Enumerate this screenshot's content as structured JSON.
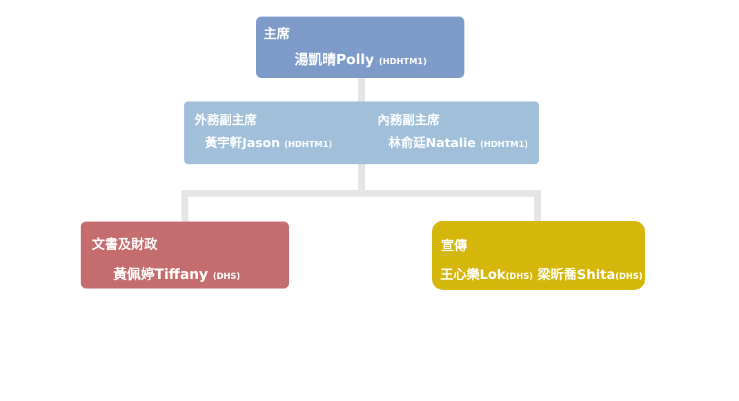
{
  "colors": {
    "chair_box": "#7d9ac8",
    "vice_box": "#a1bfd9",
    "secretary_box": "#c56c6f",
    "publicity_box": "#d5b60b",
    "connector": "#e5e5e5",
    "text": "#ffffff"
  },
  "chair": {
    "role": "主席",
    "person_name": "湯凱晴Polly",
    "person_affiliation": "(HDHTM1)"
  },
  "vice_chairs": {
    "external": {
      "role": "外務副主席",
      "person_name": "黃宇軒Jason",
      "person_affiliation": "(HDHTM1)"
    },
    "internal": {
      "role": "內務副主席",
      "person_name": "林俞廷Natalie",
      "person_affiliation": "(HDHTM1)"
    }
  },
  "secretary_finance": {
    "role": "文書及財政",
    "person_name": "黃佩婷Tiffany",
    "person_affiliation": "(DHS)"
  },
  "publicity": {
    "role": "宣傳",
    "person1_name": "王心樂Lok",
    "person1_affiliation": "(DHS)",
    "person2_name": "梁昕喬Shita",
    "person2_affiliation": "(DHS)"
  }
}
